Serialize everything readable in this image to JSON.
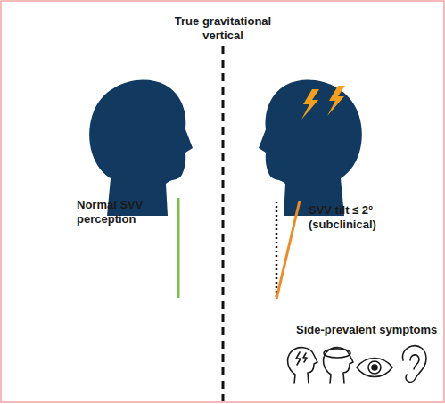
{
  "diagram": {
    "labels": [
      "True gravitational vertical",
      "Normal SVV perception",
      "SVV tilt ≤ 2° (subclinical)",
      "Side-prevalent symptoms"
    ]
  }
}
